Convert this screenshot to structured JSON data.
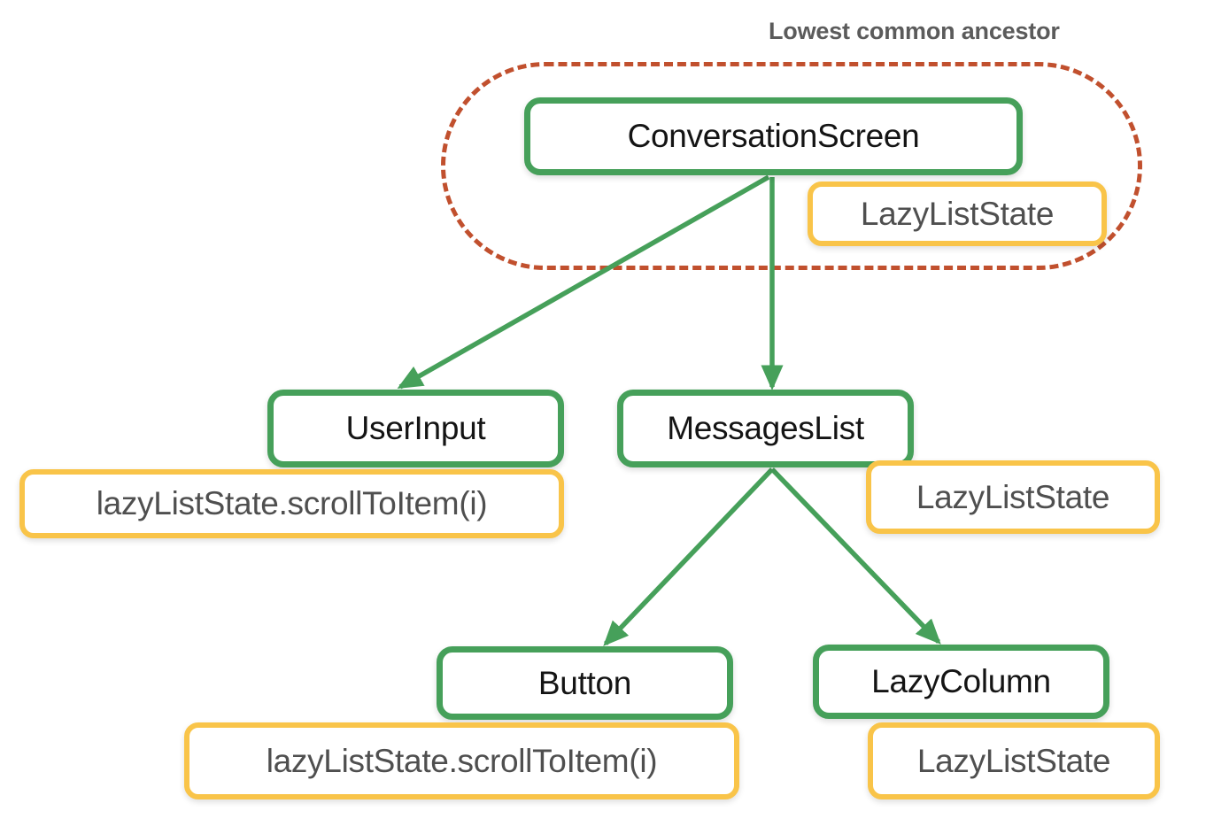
{
  "annotation": {
    "lowest_common_ancestor_label": "Lowest common ancestor"
  },
  "colors": {
    "component_border": "#46a05a",
    "state_border": "#f9c449",
    "region_border": "#c1502e",
    "edge": "#46a05a",
    "annotation_text": "#5b5b5b",
    "component_text": "#141414",
    "state_text": "#4f4f4f",
    "background": "#ffffff"
  },
  "nodes": {
    "conversation_screen": {
      "label": "ConversationScreen",
      "kind": "component"
    },
    "conversation_screen_state": {
      "label": "LazyListState",
      "kind": "state"
    },
    "user_input": {
      "label": "UserInput",
      "kind": "component"
    },
    "user_input_state": {
      "label": "lazyListState.scrollToItem(i)",
      "kind": "state"
    },
    "messages_list": {
      "label": "MessagesList",
      "kind": "component"
    },
    "messages_list_state": {
      "label": "LazyListState",
      "kind": "state"
    },
    "button": {
      "label": "Button",
      "kind": "component"
    },
    "button_state": {
      "label": "lazyListState.scrollToItem(i)",
      "kind": "state"
    },
    "lazy_column": {
      "label": "LazyColumn",
      "kind": "component"
    },
    "lazy_column_state": {
      "label": "LazyListState",
      "kind": "state"
    }
  },
  "edges": [
    {
      "from": "conversation_screen",
      "to": "user_input"
    },
    {
      "from": "conversation_screen",
      "to": "messages_list"
    },
    {
      "from": "messages_list",
      "to": "button"
    },
    {
      "from": "messages_list",
      "to": "lazy_column"
    }
  ]
}
